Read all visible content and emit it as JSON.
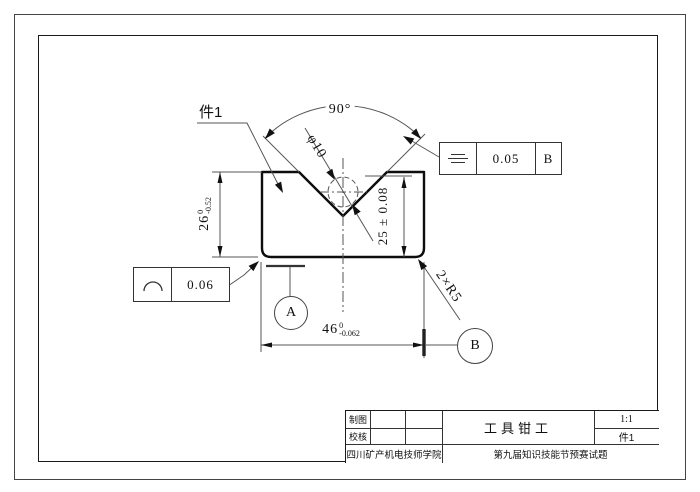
{
  "colors": {
    "line": "#1a1a1a",
    "thin_line": "#555555",
    "background": "#ffffff"
  },
  "part_label": {
    "text": "件1"
  },
  "dimensions": {
    "angle": "90°",
    "diameter": "φ10",
    "height": {
      "value": "26",
      "tol_upper": "0",
      "tol_lower": "-0.52"
    },
    "center_height": "25 ± 0.08",
    "width": {
      "value": "46",
      "tol_upper": "0",
      "tol_lower": "-0.062"
    },
    "corner_radius": "2×R5"
  },
  "gdt": {
    "profile": {
      "symbol": "profile-of-a-line",
      "value": "0.06"
    },
    "symmetry": {
      "symbol": "symmetry",
      "value": "0.05",
      "datum": "B"
    }
  },
  "datums": {
    "a": "A",
    "b": "B"
  },
  "title_block": {
    "drafter_label": "制图",
    "checker_label": "校核",
    "title": "工具钳工",
    "scale": "1:1",
    "part_no": "件1",
    "school": "四川矿产机电技师学院",
    "exam": "第九届知识技能节预赛试题"
  }
}
